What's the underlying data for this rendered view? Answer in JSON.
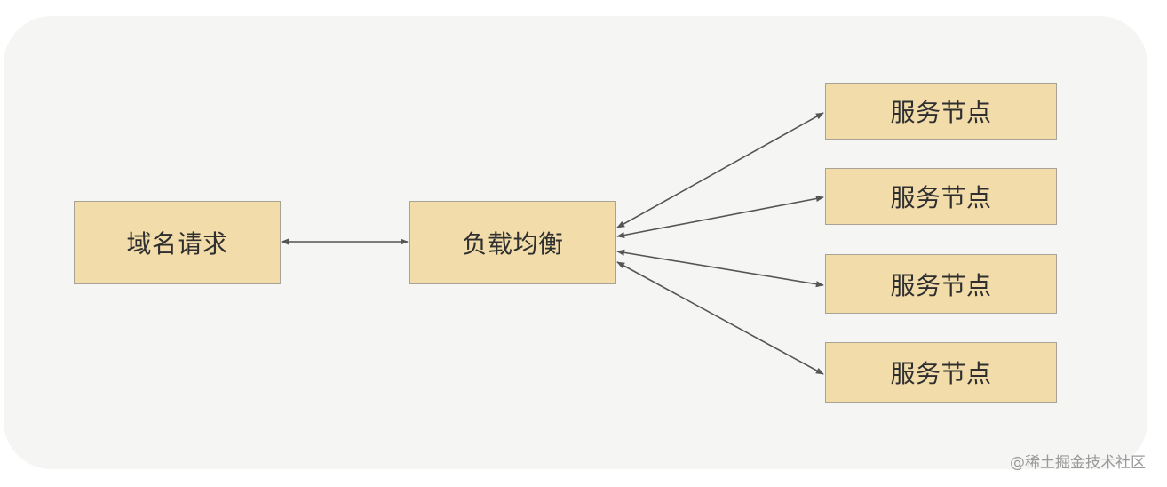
{
  "nodes": {
    "domain_request": "域名请求",
    "load_balancer": "负载均衡",
    "services": [
      "服务节点",
      "服务节点",
      "服务节点",
      "服务节点"
    ]
  },
  "edges": [
    {
      "from": "domain_request",
      "to": "load_balancer",
      "direction": "bidirectional"
    },
    {
      "from": "load_balancer",
      "to": "service_1",
      "direction": "bidirectional"
    },
    {
      "from": "load_balancer",
      "to": "service_2",
      "direction": "bidirectional"
    },
    {
      "from": "load_balancer",
      "to": "service_3",
      "direction": "bidirectional"
    },
    {
      "from": "load_balancer",
      "to": "service_4",
      "direction": "bidirectional"
    }
  ],
  "colors": {
    "node_fill": "#f2dcaa",
    "node_border": "#a8a394",
    "edge": "#555555",
    "background": "#f5f5f3"
  },
  "watermark": "@稀土掘金技术社区"
}
